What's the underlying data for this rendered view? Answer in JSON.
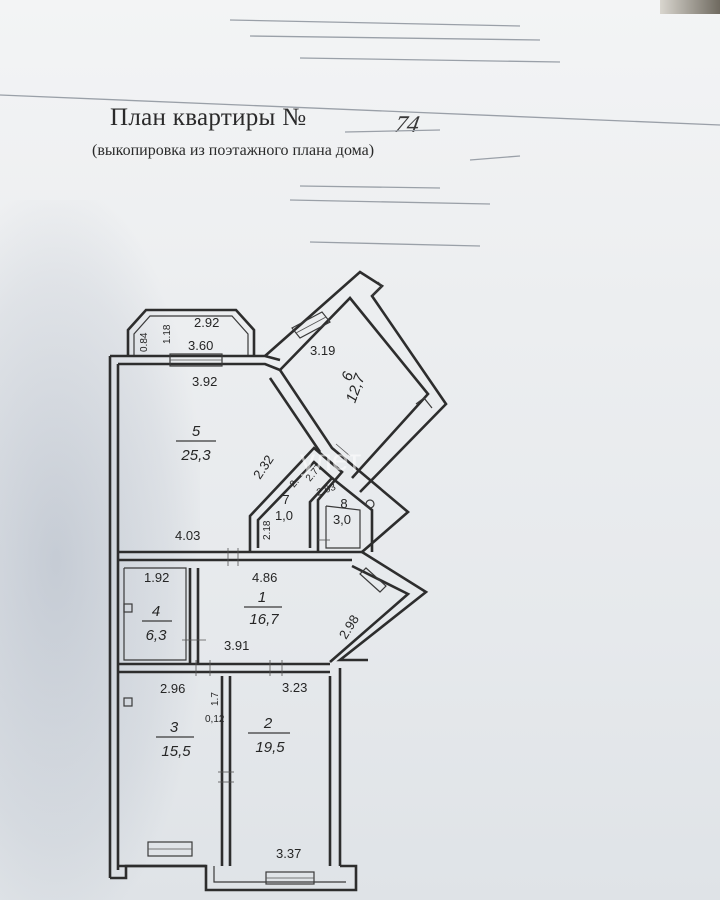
{
  "header": {
    "title": "План квартиры №",
    "number": "74",
    "subtitle": "(выкопировка из поэтажного плана дома)"
  },
  "watermark": "улет",
  "rooms": [
    {
      "id": "room-1",
      "number": "1",
      "area": "16,7"
    },
    {
      "id": "room-2",
      "number": "2",
      "area": "19,5"
    },
    {
      "id": "room-3",
      "number": "3",
      "area": "15,5"
    },
    {
      "id": "room-4",
      "number": "4",
      "area": "6,3"
    },
    {
      "id": "room-5",
      "number": "5",
      "area": "25,3"
    },
    {
      "id": "room-6",
      "number": "6",
      "area": "12,7"
    },
    {
      "id": "room-7",
      "number": "7",
      "area": "1,0"
    },
    {
      "id": "room-8",
      "number": "8",
      "area": "3,0"
    }
  ],
  "dimensions": {
    "balcony_top": "2.92",
    "balcony_side_a": "0.84",
    "balcony_side_b": "1.18",
    "balcony_inner": "3.60",
    "r5_top": "3.92",
    "r5_bottom": "4.03",
    "r6_top": "3.19",
    "diag_a": "2.32",
    "r7_a": "2.",
    "r7_b": "2.77",
    "r7_c": "2.03",
    "r7_d": "2.18",
    "r1_top": "4.86",
    "r1_bottom": "3.91",
    "r1_diag": "2.98",
    "r4_top": "1.92",
    "r3_top": "2.96",
    "small_a": "1.7",
    "small_b": "0,12",
    "r2_top": "3.23",
    "r2_bottom": "3.37"
  }
}
